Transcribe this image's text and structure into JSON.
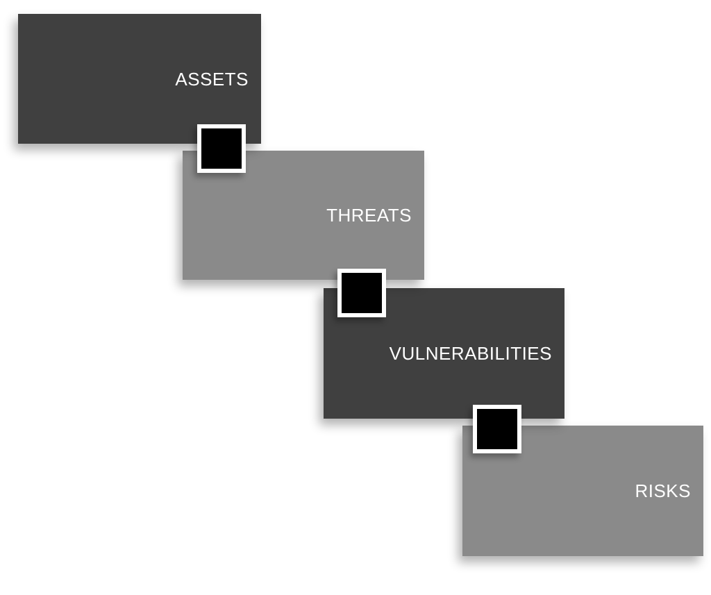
{
  "diagram": {
    "type": "staggered-process",
    "steps": [
      {
        "label": "ASSETS",
        "variant": "dark"
      },
      {
        "label": "THREATS",
        "variant": "gray"
      },
      {
        "label": "VULNERABILITIES",
        "variant": "dark"
      },
      {
        "label": "RISKS",
        "variant": "gray"
      }
    ],
    "connectors": [
      {
        "name": "connector-assets-threats"
      },
      {
        "name": "connector-threats-vulnerabilities"
      },
      {
        "name": "connector-vulnerabilities-risks"
      }
    ],
    "colors": {
      "dark": "#404040",
      "gray": "#8a8a8a",
      "text": "#ffffff",
      "connector_fill": "#000000",
      "connector_border": "#ffffff",
      "background": "#ffffff"
    }
  }
}
